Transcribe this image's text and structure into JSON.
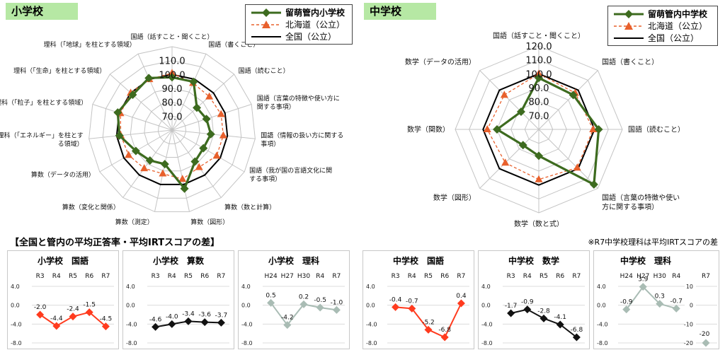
{
  "elementary": {
    "tag": "小学校",
    "legend": [
      "留萌管内小学校",
      "北海道（公立）",
      "全国（公立）"
    ]
  },
  "junior": {
    "tag": "中学校",
    "legend": [
      "留萌管内中学校",
      "北海道（公立）",
      "全国（公立）"
    ]
  },
  "section_title": "【全国と管内の平均正答率・平均IRTスコアの差】",
  "note": "※R7中学校理科は平均IRTスコアの差",
  "colors": {
    "kanai": "#3d6b1f",
    "hokkaido": "#e8602c",
    "zenkoku": "#000000",
    "red": "#ff3b1e",
    "black": "#111111",
    "grey": "#a9bcb4"
  },
  "chart_data": [
    {
      "type": "radar",
      "title": "小学校",
      "r_ticks": [
        70.0,
        80.0,
        90.0,
        100.0,
        110.0
      ],
      "r_range": [
        60,
        120
      ],
      "categories": [
        [
          "国語（話すこと・聞くこと）"
        ],
        [
          "国語（書くこと）"
        ],
        [
          "国語（読むこと）"
        ],
        [
          "国語（言葉の特徴や使い方に",
          "関する事項）"
        ],
        [
          "国語（情報の扱い方に関する",
          "事項）"
        ],
        [
          "国語（我が国の言語文化に関",
          "する事項）"
        ],
        [
          "算数（数と計算）"
        ],
        [
          "算数（図形）"
        ],
        [
          "算数（測定）"
        ],
        [
          "算数（変化と関係）"
        ],
        [
          "算数（データの活用）"
        ],
        [
          "理科（「エネルギー」を柱とす",
          "る領域）"
        ],
        [
          "理科（「粒子」を柱とする領域）"
        ],
        [
          "理科（「生命」を柱とする領域）"
        ],
        [
          "理科（「地球」を柱とする領域）"
        ]
      ],
      "series": [
        {
          "name": "留萌管内小学校",
          "values": [
            98,
            98,
            84,
            86,
            88,
            86,
            88,
            103,
            85,
            87,
            90,
            98,
            101,
            98,
            101
          ]
        },
        {
          "name": "北海道（公立）",
          "values": [
            101,
            97,
            96,
            97,
            97,
            97,
            93,
            96,
            92,
            94,
            96,
            97,
            99,
            100,
            100
          ]
        },
        {
          "name": "全国（公立）",
          "values": [
            100,
            100,
            100,
            100,
            100,
            100,
            100,
            100,
            100,
            100,
            100,
            100,
            100,
            100,
            100
          ]
        }
      ]
    },
    {
      "type": "radar",
      "title": "中学校",
      "r_ticks": [
        70.0,
        80.0,
        90.0,
        100.0,
        110.0,
        120.0
      ],
      "r_range": [
        60,
        120
      ],
      "categories": [
        [
          "国語（話すこと・聞くこと）"
        ],
        [
          "国語（書くこと）"
        ],
        [
          "国語（読むこと）"
        ],
        [
          "国語（言葉の特徴や使い",
          "方に関する事項）"
        ],
        [
          "数学（数と式）"
        ],
        [
          "数学（図形）"
        ],
        [
          "数学（関数）"
        ],
        [
          "数学（データの活用）"
        ]
      ],
      "series": [
        {
          "name": "留萌管内中学校",
          "values": [
            97,
            95,
            103,
            116,
            79,
            76,
            90,
            78
          ]
        },
        {
          "name": "北海道（公立）",
          "values": [
            100,
            97,
            99,
            99,
            96,
            94,
            97,
            95
          ]
        },
        {
          "name": "全国（公立）",
          "values": [
            100,
            100,
            100,
            100,
            100,
            100,
            100,
            100
          ]
        }
      ]
    },
    {
      "type": "line",
      "title": "小学校　国語",
      "color": "red",
      "categories": [
        "R3",
        "R4",
        "R5",
        "R6",
        "R7"
      ],
      "values": [
        -2.0,
        -4.4,
        -2.4,
        -1.5,
        -4.5
      ],
      "labels": [
        "-2.0",
        "-4.4",
        "-2.4",
        "-1.5",
        "-4.5"
      ],
      "yticks": [
        "4.0",
        "0.0",
        "-4.0",
        "-8.0"
      ],
      "ylim": [
        -8,
        4
      ]
    },
    {
      "type": "line",
      "title": "小学校　算数",
      "color": "black",
      "categories": [
        "R3",
        "R4",
        "R5",
        "R6",
        "R7"
      ],
      "values": [
        -4.6,
        -4.0,
        -3.4,
        -3.6,
        -3.7
      ],
      "labels": [
        "-4.6",
        "-4.0",
        "-3.4",
        "-3.6",
        "-3.7"
      ],
      "yticks": [
        "4.0",
        "0.0",
        "-4.0",
        "-8.0"
      ],
      "ylim": [
        -8,
        4
      ]
    },
    {
      "type": "line",
      "title": "小学校　理科",
      "color": "grey",
      "categories": [
        "H24",
        "H27",
        "H30",
        "R4",
        "R7"
      ],
      "values": [
        0.5,
        -4.2,
        0.2,
        -0.5,
        -1.0
      ],
      "labels": [
        "0.5",
        "-4.2",
        "0.2",
        "-0.5",
        "-1.0"
      ],
      "yticks": [
        "4.0",
        "0.0",
        "-4.0",
        "-8.0"
      ],
      "ylim": [
        -8,
        4
      ]
    },
    {
      "type": "line",
      "title": "中学校　国語",
      "color": "red",
      "categories": [
        "R3",
        "R4",
        "R5",
        "R6",
        "R7"
      ],
      "values": [
        -0.4,
        -0.7,
        -5.2,
        -6.8,
        0.4
      ],
      "labels": [
        "-0.4",
        "-0.7",
        "-5.2",
        "-6.8",
        "0.4"
      ],
      "yticks": [
        "4.0",
        "0.0",
        "-4.0",
        "-8.0"
      ],
      "ylim": [
        -8,
        4
      ]
    },
    {
      "type": "line",
      "title": "中学校　数学",
      "color": "black",
      "categories": [
        "R3",
        "R4",
        "R5",
        "R6",
        "R7"
      ],
      "values": [
        -1.7,
        -0.9,
        -2.8,
        -4.1,
        -6.8
      ],
      "labels": [
        "-1.7",
        "-0.9",
        "-2.8",
        "-4.1",
        "-6.8"
      ],
      "yticks": [
        "4.0",
        "0.0",
        "-4.0",
        "-8.0"
      ],
      "ylim": [
        -8,
        4
      ]
    },
    {
      "type": "line",
      "title": "中学校　理科",
      "color": "grey",
      "categories": [
        "H24",
        "H27",
        "H30",
        "R4"
      ],
      "values": [
        -0.9,
        3.9,
        0.3,
        -0.7
      ],
      "labels": [
        "-0.9",
        "3.9",
        "0.3",
        "-0.7"
      ],
      "yticks": [
        "4.0",
        "0.0",
        "-4.0",
        "-8.0"
      ],
      "ylim": [
        -8,
        4
      ],
      "extra": {
        "category": "R7",
        "value": -20,
        "label": "-20",
        "yticks": [
          "10",
          "0",
          "-10",
          "-20"
        ],
        "ylim": [
          -20,
          10
        ]
      }
    }
  ]
}
